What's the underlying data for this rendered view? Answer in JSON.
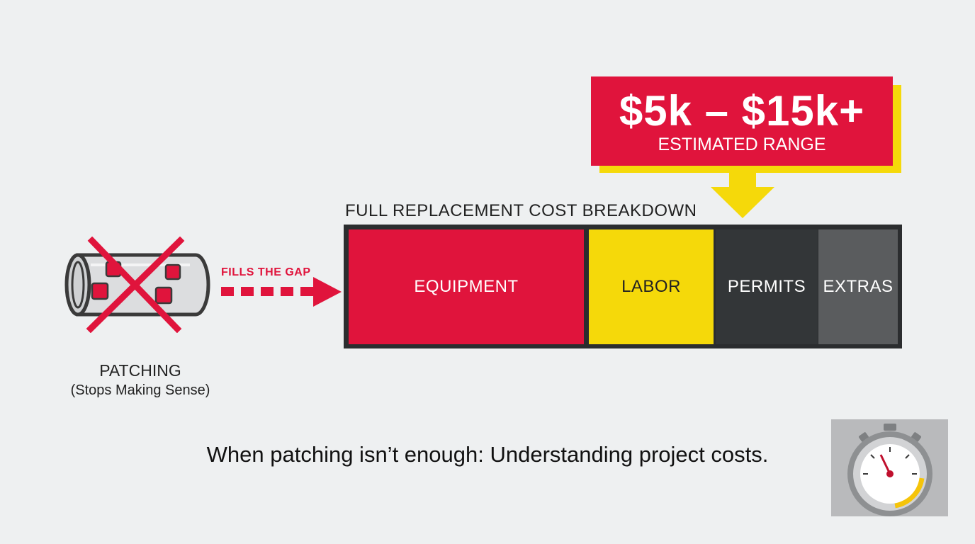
{
  "range": {
    "value": "$5k – $15k+",
    "caption": "ESTIMATED RANGE"
  },
  "breakdown": {
    "title": "FULL REPLACEMENT COST BREAKDOWN",
    "segments": [
      {
        "label": "EQUIPMENT",
        "color": "#e0143c"
      },
      {
        "label": "LABOR",
        "color": "#f5d90a"
      },
      {
        "label": "PERMITS",
        "color": "#333638"
      },
      {
        "label": "EXTRAS",
        "color": "#5a5c5e"
      }
    ]
  },
  "patching": {
    "label": "PATCHING",
    "sublabel": "(Stops Making Sense)",
    "arrow_label": "FILLS THE GAP"
  },
  "caption": "When patching isn’t enough: Understanding project costs.",
  "icons": [
    "pipe-with-patches-icon",
    "cross-out-icon",
    "dashed-arrow-icon",
    "down-arrow-icon",
    "stopwatch-gauge-icon"
  ],
  "colors": {
    "accent_red": "#e0143c",
    "accent_yellow": "#f5d90a",
    "dark": "#333638",
    "background": "#eef0f1"
  }
}
